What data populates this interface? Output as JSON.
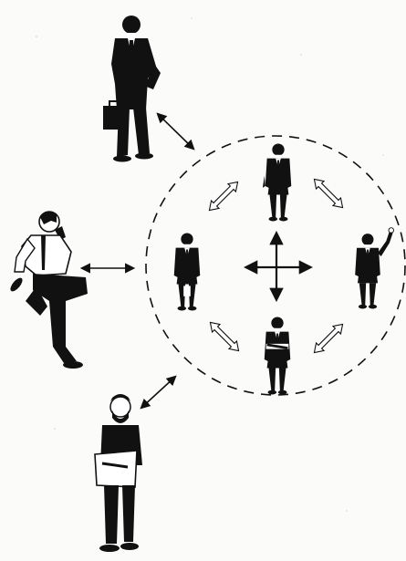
{
  "diagram": {
    "description_text": "",
    "colors": {
      "ink": "#111111",
      "paper": "#fbfbf9",
      "skin": "#ffffff",
      "outline_arrow_fill": "#ffffff"
    },
    "outer_people": [
      {
        "id": "businessman-briefcase",
        "pose": "standing-briefcase",
        "connected": true
      },
      {
        "id": "man-on-phone-seated",
        "pose": "seated-phone",
        "connected": true
      },
      {
        "id": "bearded-man-folder",
        "pose": "standing-folder",
        "connected": true
      }
    ],
    "inner_people": [
      {
        "id": "inner-top",
        "pose": "standing-suit"
      },
      {
        "id": "inner-left",
        "pose": "standing-suit-hands-pockets"
      },
      {
        "id": "inner-right",
        "pose": "standing-suit-waving"
      },
      {
        "id": "inner-bottom",
        "pose": "standing-suit-arms-crossed"
      }
    ],
    "group_boundary": "dashed-circle",
    "connections": {
      "outer_to_group": "double-headed-arrow",
      "within_group": "hollow-double-headed-arrow",
      "center": "four-way-arrow"
    }
  }
}
